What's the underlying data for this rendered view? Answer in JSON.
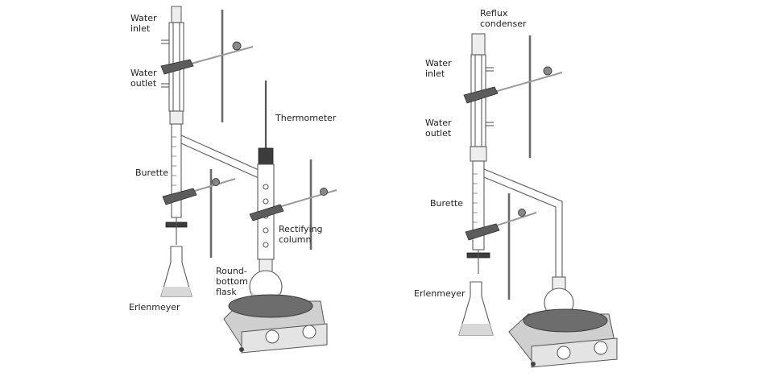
{
  "labels": {
    "left": {
      "water_inlet": "Water\ninlet",
      "water_outlet": "Water\noutlet",
      "burette": "Burette",
      "thermometer": "Thermometer",
      "rectifying_column": "Rectifying\ncolumn",
      "round_bottom_flask": "Round-\nbottom\nflask",
      "erlenmeyer": "Erlenmeyer"
    },
    "right": {
      "reflux_condenser": "Reflux\ncondenser",
      "water_inlet": "Water\ninlet",
      "water_outlet": "Water\noutlet",
      "burette": "Burette",
      "erlenmeyer": "Erlenmeyer"
    }
  }
}
